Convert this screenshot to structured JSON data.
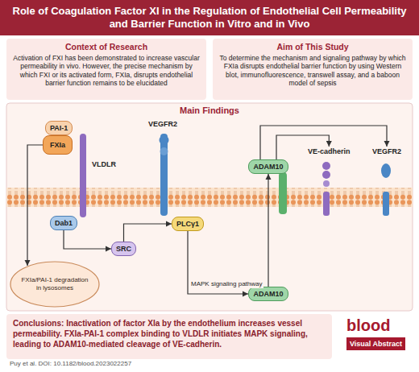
{
  "diagram": {
    "title": "Role of Coagulation Factor XI in the Regulation of Endothelial Cell Permeability and Barrier Function in Vitro and in Vivo",
    "nodes": [
      {
        "text": [
          "Context of Research",
          "Activation of FXI has been demonstrated to increase vascular permeability in vivo. However, the precise mechanism by which FXI or its activated form, FXIa, disrupts endothelial barrier function remains to be elucidated"
        ]
      },
      {
        "text": [
          "Aim of This Study",
          "To determine the mechanism and signaling pathway by which FXIa disrupts endothelial barrier function by using Western blot, immunofluorescence, transwell assay, and a baboon model of sepsis"
        ]
      },
      {
        "text": [
          "Main Findings"
        ]
      },
      {
        "text": [
          "PAI-1"
        ],
        "in": 2
      },
      {
        "text": [
          "FXIa"
        ],
        "in": 2
      },
      {
        "text": [
          "VLDLR"
        ],
        "in": 2
      },
      {
        "text": [
          "Dab1"
        ],
        "in": 2
      },
      {
        "text": [
          "FXIa/PAI-1 degradation in lysosomes"
        ],
        "in": 2
      },
      {
        "text": [
          "SRC"
        ],
        "in": 2
      },
      {
        "text": [
          "VEGFR2"
        ],
        "in": 2
      },
      {
        "text": [
          "PLCγ1"
        ],
        "in": 2
      },
      {
        "text": [
          "ADAM10"
        ],
        "in": 2
      },
      {
        "text": [
          "ADAM10"
        ],
        "in": 2
      },
      {
        "text": [
          "VE-cadherin"
        ],
        "in": 2
      },
      {
        "text": [
          "VEGFR2"
        ],
        "in": 2
      },
      {
        "text": [
          "Conclusions:",
          "Inactivation of factor XIa by the endothelium increases vessel permeability. FXIa-PAI-1 complex binding to VLDLR initiates MAPK signaling, leading to ADAM10-mediated cleavage of VE-cadherin."
        ]
      }
    ],
    "edges": [
      {
        "from": 6,
        "to": 8,
        "arrow": "to"
      },
      {
        "from": 8,
        "to": 10,
        "arrow": "to"
      },
      {
        "from": 10,
        "to": 12,
        "label": "MAPK signaling pathway",
        "arrow": "to"
      },
      {
        "from": 12,
        "to": 11,
        "arrow": "to"
      },
      {
        "from": 11,
        "to": 13,
        "arrow": "to"
      },
      {
        "from": 11,
        "to": 14,
        "arrow": "to"
      },
      {
        "from": 4,
        "to": 7,
        "arrow": "to"
      }
    ],
    "labels": [
      "Puy et al. DOI: 10.1182/blood.2023022257",
      "blood",
      "Visual Abstract"
    ]
  }
}
